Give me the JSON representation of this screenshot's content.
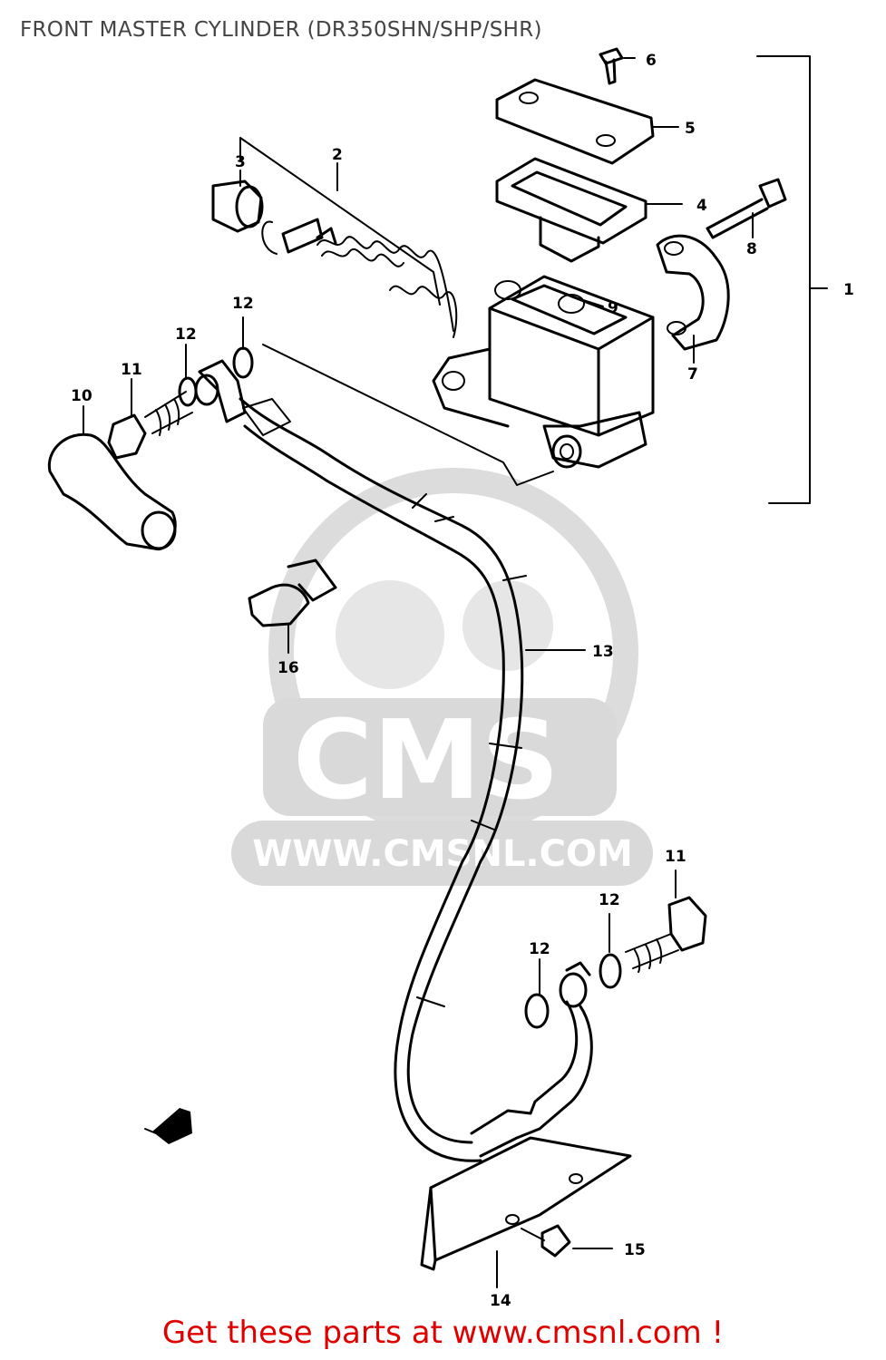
{
  "title": "FRONT MASTER CYLINDER (DR350SHN/SHP/SHR)",
  "watermark": {
    "brand": "CMS",
    "url": "WWW.CMSNL.COM",
    "color": "#dcdcdc"
  },
  "callouts": {
    "c1": "1",
    "c2": "2",
    "c3": "3",
    "c4": "4",
    "c5": "5",
    "c6": "6",
    "c7": "7",
    "c8": "8",
    "c9": "9",
    "c10": "10",
    "c11a": "11",
    "c11b": "11",
    "c12a": "12",
    "c12b": "12",
    "c12c": "12",
    "c12d": "12",
    "c13": "13",
    "c14": "14",
    "c15": "15",
    "c16": "16"
  },
  "footer": {
    "text": "Get these parts at www.cmsnl.com !",
    "color": "#e00000"
  }
}
